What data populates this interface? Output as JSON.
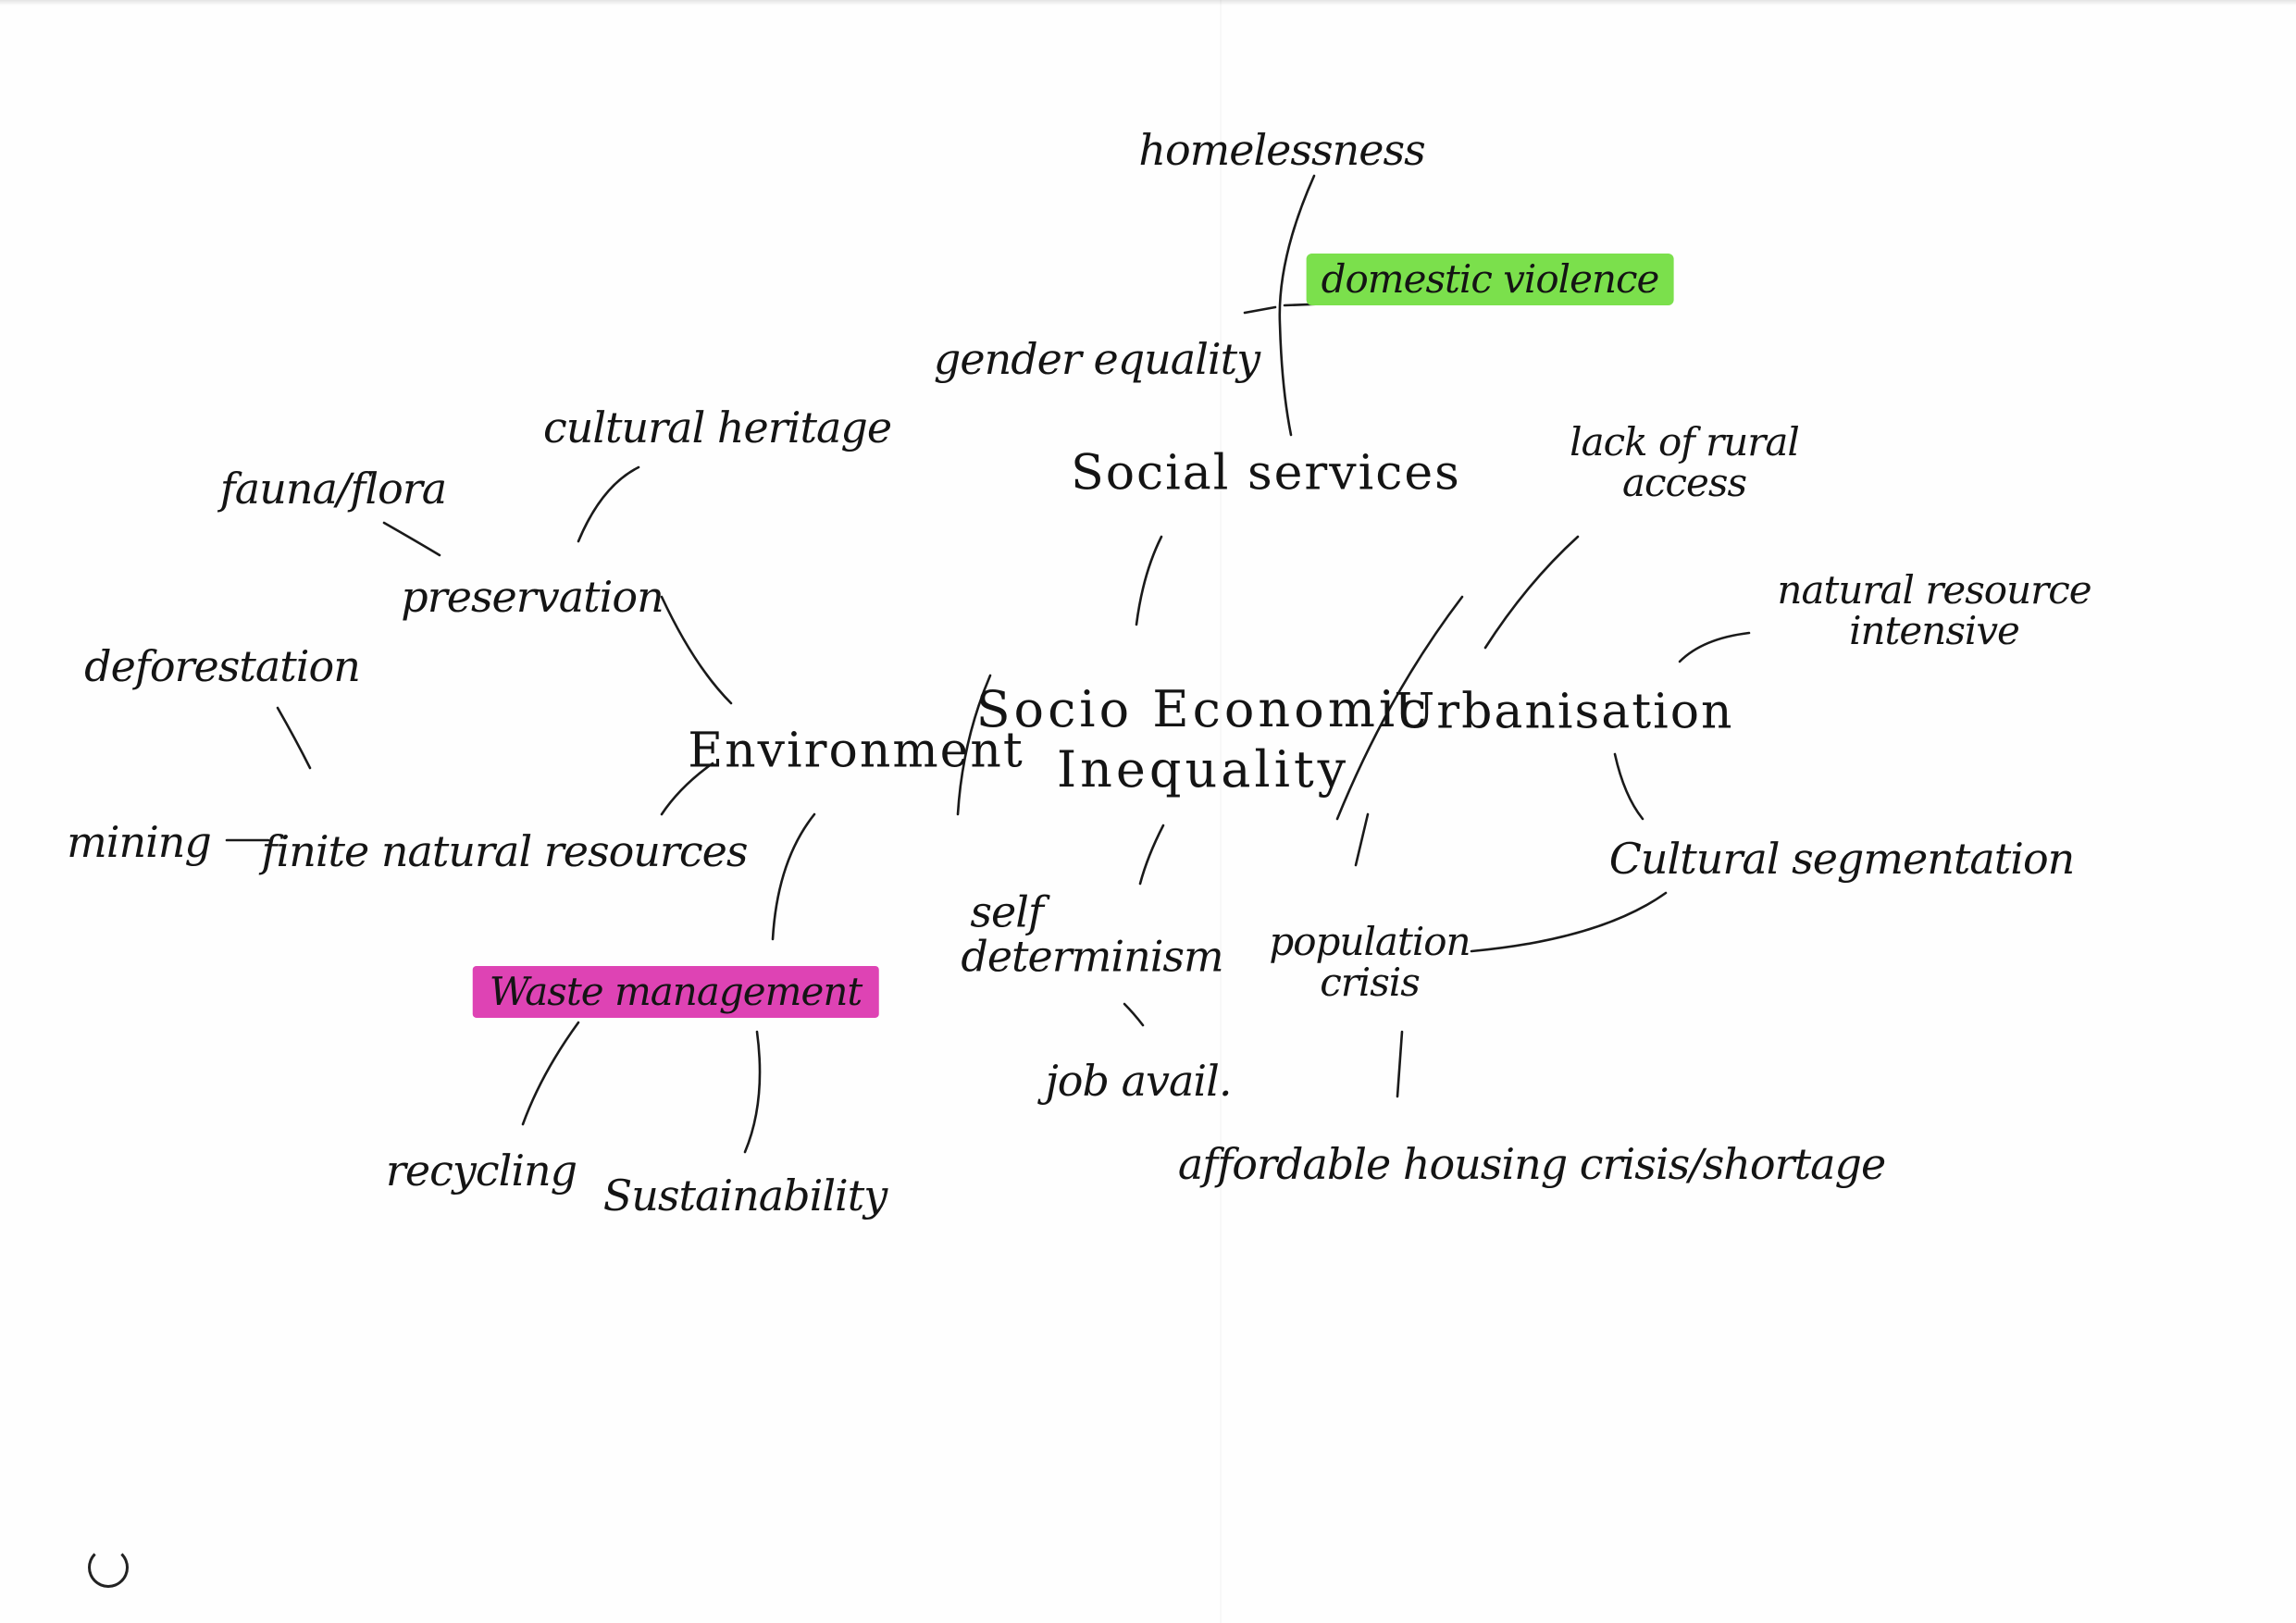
{
  "mind_map": {
    "center": {
      "line1": "Socio Economic",
      "line2": "Inequality"
    },
    "hubs": {
      "environment": "Environment",
      "social_services": "Social services",
      "urbanisation": "Urbanisation"
    },
    "environment_branch": {
      "preservation": "preservation",
      "cultural_heritage": "cultural heritage",
      "fauna_flora": "fauna/flora",
      "finite_resources": "finite natural resources",
      "deforestation": "deforestation",
      "mining": "mining",
      "waste_management": "Waste management",
      "recycling": "recycling",
      "sustainability": "Sustainability"
    },
    "social_branch": {
      "gender_equality": "gender equality",
      "homelessness": "homelessness",
      "domestic_violence": "domestic violence"
    },
    "urban_branch": {
      "rural_access_line1": "lack of rural",
      "rural_access_line2": "access",
      "natural_resource_line1": "natural resource",
      "natural_resource_line2": "intensive",
      "cultural_segmentation": "Cultural segmentation",
      "population_line1": "population",
      "population_line2": "crisis",
      "housing": "affordable housing crisis/shortage"
    },
    "self_branch": {
      "self_line1": "self",
      "self_line2": "determinism",
      "job": "job avail."
    }
  },
  "highlight_colors": {
    "green": "#7be04c",
    "pink": "#de43b4"
  }
}
